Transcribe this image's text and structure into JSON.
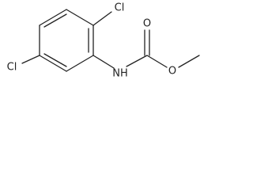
{
  "molecule": {
    "atoms": {
      "cl_top": "Cl",
      "cl_left": "Cl",
      "nh": "NH",
      "o_carbonyl": "O",
      "o_ester": "O"
    }
  }
}
